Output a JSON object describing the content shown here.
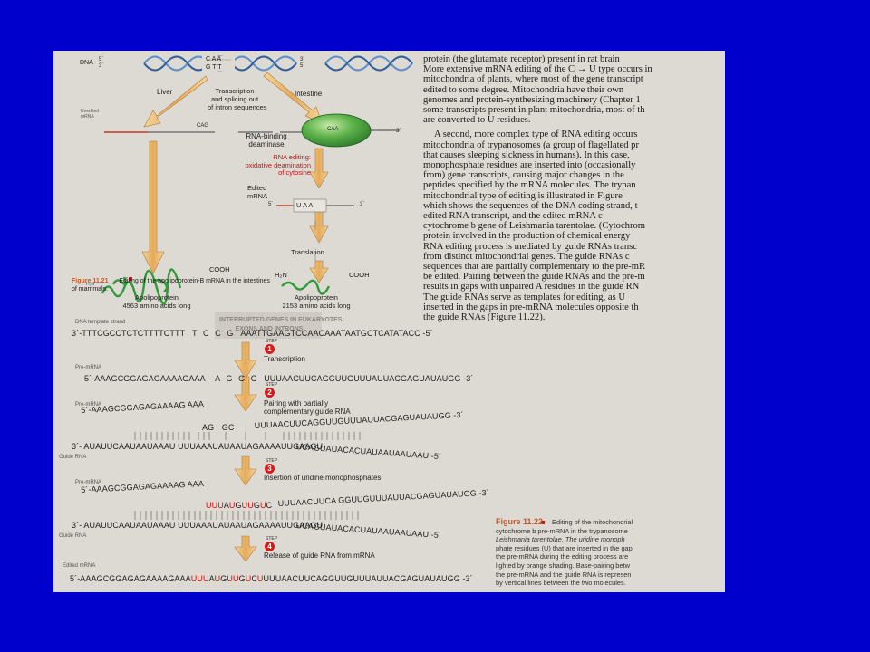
{
  "fig1121": {
    "dna_label": "DNA",
    "dna_top": "C A A",
    "dna_bottom": "G T T",
    "p5": "5´",
    "p3": "3´",
    "liver": "Liver",
    "transcription_splicing": [
      "Transcription",
      "and splicing out",
      "of intron sequences"
    ],
    "intestine": "Intestine",
    "unedited_mrna": [
      "Unedited",
      "mRNA"
    ],
    "cag_left": "CAG",
    "cag_right": "CAA",
    "rna_binding": [
      "RNA-binding",
      "deaminase"
    ],
    "rna_editing": [
      "RNA editing:",
      "oxidative deamination",
      "of cytosine"
    ],
    "edited_mrna": [
      "Edited",
      "mRNA"
    ],
    "uaa": "U A A",
    "translation": "Translation",
    "cooh": "COOH",
    "h2n": "H₂N",
    "apo1_name": "Apolipoprotein",
    "apo1_len": "4563 amino acids long",
    "apo2_name": "Apolipoprotein",
    "apo2_len": "2153 amino acids long",
    "caption_num": "Figure 11.21",
    "caption_text": "Editing of the apolipoprotein-B mRNA in the intestines",
    "caption_line2": "of mammals."
  },
  "body_paragraphs": [
    "protein (the glutamate receptor) present in rat brain",
    "More extensive mRNA editing of the C → U type occurs in",
    "mitochondria of plants, where most of the gene transcript",
    "edited to some degree. Mitochondria have their own",
    "genomes and protein-synthesizing machinery (Chapter 1",
    "some transcripts present in plant mitochondria, most of th",
    "are converted to U residues.",
    "",
    "A second, more complex type of RNA editing occurs",
    "mitochondria of trypanosomes (a group of flagellated pr",
    "that causes sleeping sickness in humans). In this case,",
    "monophosphate residues are inserted into (occasionally",
    "from) gene transcripts, causing major changes in the",
    "peptides specified by the mRNA molecules. The trypan",
    "mitochondrial type of editing is illustrated in Figure",
    "which shows the sequences of the DNA coding strand, t",
    "edited RNA transcript, and the edited mRNA c",
    "cytochrome b gene of Leishmania tarentolae. (Cytochrom",
    "protein involved in the production of chemical energy",
    "RNA editing process is mediated by guide RNAs transc",
    "from distinct mitochondrial genes. The guide RNAs c",
    "sequences that are partially complementary to the pre-mR",
    "be edited. Pairing between the guide RNAs and the pre-m",
    "results in gaps with unpaired A residues in the guide RN",
    "The guide RNAs serve as templates for editing, as U",
    "inserted in the gaps in pre-mRNA molecules opposite th",
    "the guide RNAs (Figure 11.22)."
  ],
  "sidebar": {
    "title": [
      "INTERRUPTED GENES IN EUKARYOTES:",
      "EXONS AND INTRONS"
    ]
  },
  "fig1122": {
    "dna_template_label": "DNA template strand",
    "dna_seq_a": "3´-TTTCGCCTCTCTTTTCTTT",
    "dna_seq_b": "T   C   C   G",
    "dna_seq_c": "AAATTGAAGTCCAACAAATAATGCTCATATACC -5´",
    "step_word": "STEP",
    "step1": "1",
    "step1_label": "Transcription",
    "premrna_label": "Pre-mRNA",
    "pre_a": "5´-AAAGCGGAGAGAAAAGAAA",
    "pre_b": "A   G   G   C",
    "pre_c": "UUUAACUUCAGGUUGUUUAUUACGAGUAUAUGG -3´",
    "step2": "2",
    "step2_label": [
      "Pairing with partially",
      "complementary guide RNA"
    ],
    "pre2_label": "Pre-mRNA",
    "pre2_a": "5´-AAAGCGGAGAGAAAAG AAA",
    "pre2_b": "AG   GC",
    "pre2_c": "UUUAACUUCAGGUUGUUUAUUACGAGUAUAUGG -3´",
    "guide_seq_a": "3´- AUAUUCAAUAAUAAAU UUUAAAUAUAAUAGAAAAUUGAAGU",
    "guide_seq_b": "UCAGUAUACACUAUAAUAAUAAU -5´",
    "guide_label": "Guide RNA",
    "step3": "3",
    "step3_label": "Insertion of uridine monophosphates",
    "pre3_label": "Pre-mRNA",
    "pre3_a": "5´-AAAGCGGAGAGAAAAG AAA",
    "pre3_red1": "UUU",
    "pre3_mid1": "A",
    "pre3_red2": "U",
    "pre3_mid2": "G",
    "pre3_red3": "UU",
    "pre3_mid3": "G",
    "pre3_red4": "U",
    "pre3_mid4": "C",
    "pre3_c": "UUUAACUUCA GGUUGUUUAUUACGAGUAUAUGG -3´",
    "guide2_a": "3´- AUAUUCAAUAAUAAAU UUUAAAUAUAAUAGAAAAUUGAAGU",
    "guide2_b": "UCAGUAUACACUAUAAUAAUAAU -5´",
    "guide2_label": "Guide RNA",
    "step4": "4",
    "step4_label": "Release of guide RNA from mRNA",
    "edited_label": "Edited mRNA",
    "edited_a": "5´-AAAGCGGAGAGAAAAGAAA",
    "edited_red1": "UUU",
    "edited_mid1": "A",
    "edited_red2": "U",
    "edited_mid2": "G",
    "edited_red3": "UU",
    "edited_mid3": "G",
    "edited_red4": "U",
    "edited_mid4": "C",
    "edited_red5": "U",
    "edited_c": "UUUAACUUCAGGUUGUUUAUUACGAGUAUAUGG -3´"
  },
  "caption1122": {
    "num": "Figure 11.22",
    "lines": [
      "Editing of the mitochondrial",
      "cytochrome b pre-mRNA in the trypanosome",
      "Leishmania tarentolae. The uridine monoph",
      "phate residues (U) that are inserted in the gap",
      "the pre-mRNA during the editing process are",
      "lighted by orange shading. Base-pairing betw",
      "the pre-mRNA and the guide RNA is represen",
      "by vertical lines between the two molecules."
    ]
  },
  "colors": {
    "background": "#0000cc",
    "paper": "#ddd9d3",
    "arrow": "#e8b56a",
    "protein": "#3aa04a",
    "deaminase": "#3c9a3c",
    "red": "#d01010"
  }
}
